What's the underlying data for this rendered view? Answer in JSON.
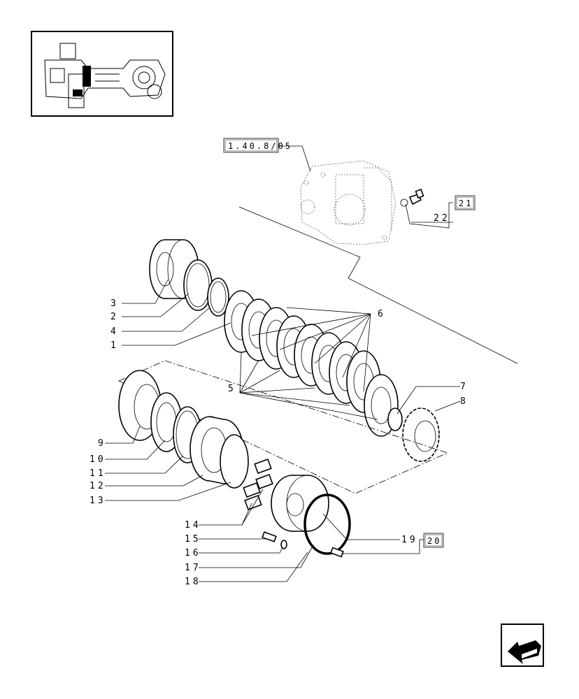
{
  "callouts": [
    "1",
    "2",
    "3",
    "4",
    "5",
    "6",
    "7",
    "8",
    "9",
    "10",
    "11",
    "12",
    "13",
    "14",
    "15",
    "16",
    "17",
    "18",
    "19"
  ],
  "references": {
    "housing_ref": "1.40.8/05",
    "ref_21": "21",
    "ref_20": "20"
  },
  "callout_22": "22"
}
